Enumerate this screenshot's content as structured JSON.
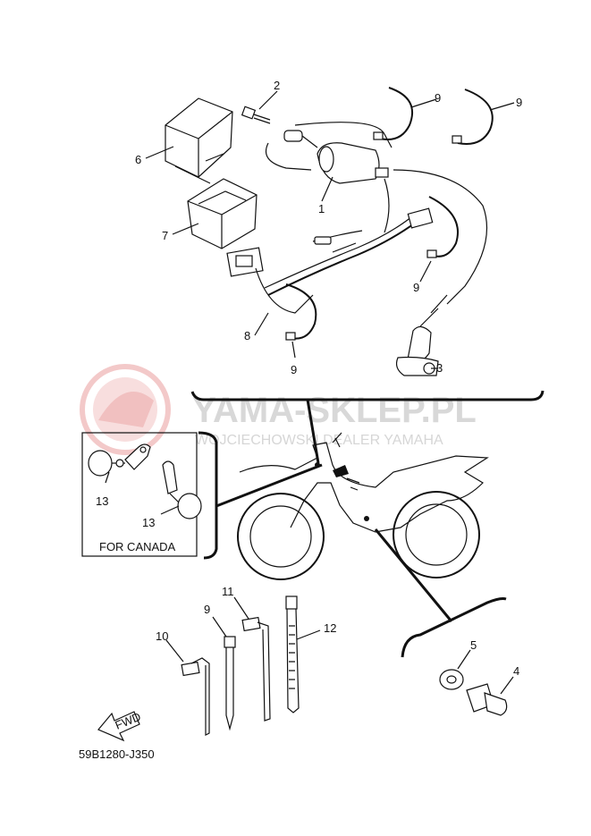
{
  "diagram": {
    "code": "59B1280-J350",
    "inset_caption": "FOR CANADA",
    "watermark_text": "YAMA-SKLEP.PL",
    "watermark_subtext": "WOJCIECHOWSKI DEALER YAMAHA",
    "fwd_label": "FWD"
  },
  "callouts": {
    "c1": "1",
    "c2": "2",
    "c3": "3",
    "c4": "4",
    "c5": "5",
    "c6": "6",
    "c7": "7",
    "c8": "8",
    "c9a": "9",
    "c9b": "9",
    "c9c": "9",
    "c9d": "9",
    "c9e": "9",
    "c10": "10",
    "c11": "11",
    "c12": "12",
    "c13a": "13",
    "c13b": "13"
  },
  "colors": {
    "ink": "#111111",
    "watermark": "#d8d8d8",
    "logo": "#f2c4c4"
  }
}
